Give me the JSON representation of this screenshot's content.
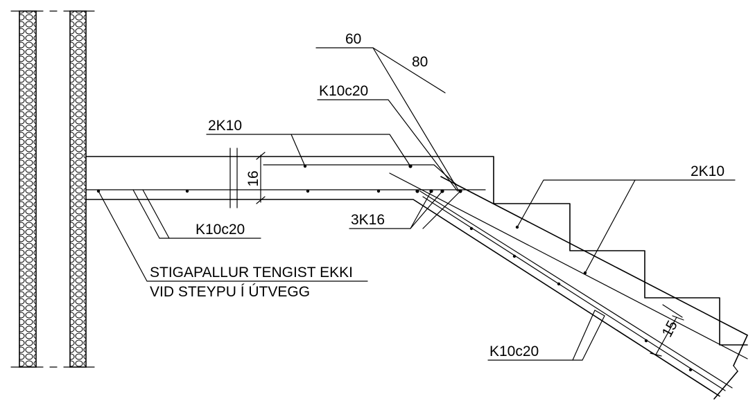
{
  "colors": {
    "ink": "#000000",
    "paper": "#ffffff"
  },
  "labels": {
    "slope_a": "60",
    "slope_b": "80",
    "stirrup_top": "K10c20",
    "bar_top_left": "2K10",
    "bar_bottom_mid": "3K16",
    "stirrup_landing": "K10c20",
    "note_line_1": "STIGAPALLUR TENGIST EKKI",
    "note_line_2": "VID STEYPU Í ÚTVEGG",
    "bar_top_right": "2K10",
    "stirrup_bottom": "K10c20",
    "thickness_landing": "16",
    "thickness_flight": "15"
  }
}
